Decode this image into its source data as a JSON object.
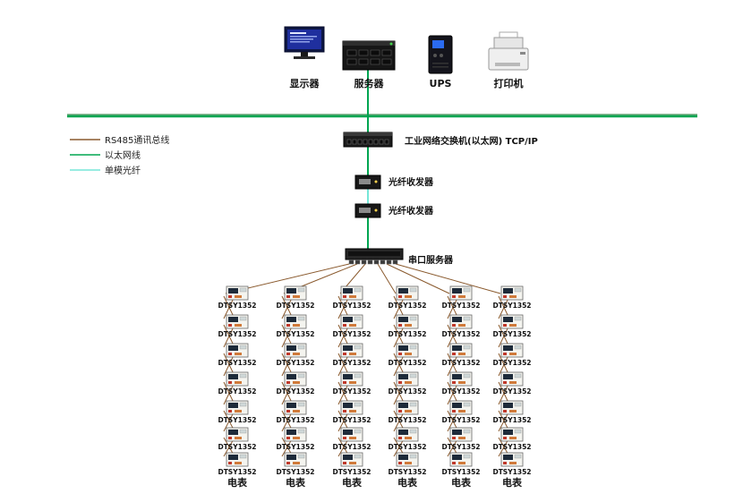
{
  "legend": {
    "items": [
      {
        "id": "rs485",
        "label": "RS485通讯总线",
        "color": "#8a5a2e"
      },
      {
        "id": "ethernet",
        "label": "以太网线",
        "color": "#00a551"
      },
      {
        "id": "fiber",
        "label": "单模光纤",
        "color": "#76e6d8"
      }
    ]
  },
  "devices": {
    "monitor": {
      "label": "显示器"
    },
    "server": {
      "label": "服务器"
    },
    "ups": {
      "label": "UPS"
    },
    "printer": {
      "label": "打印机"
    },
    "switch": {
      "label": "工业网络交换机(以太网) TCP/IP"
    },
    "fiber_transceiver_1": {
      "label": "光纤收发器"
    },
    "fiber_transceiver_2": {
      "label": "光纤收发器"
    },
    "serial_server": {
      "label": "串口服务器"
    }
  },
  "meters": {
    "model": "DTSY1352",
    "bottom_label": "电表",
    "columns": 6,
    "rows_per_column": 7
  },
  "colors": {
    "rs485": "#8a5a2e",
    "ethernet": "#00a551",
    "fiber": "#76e6d8"
  }
}
